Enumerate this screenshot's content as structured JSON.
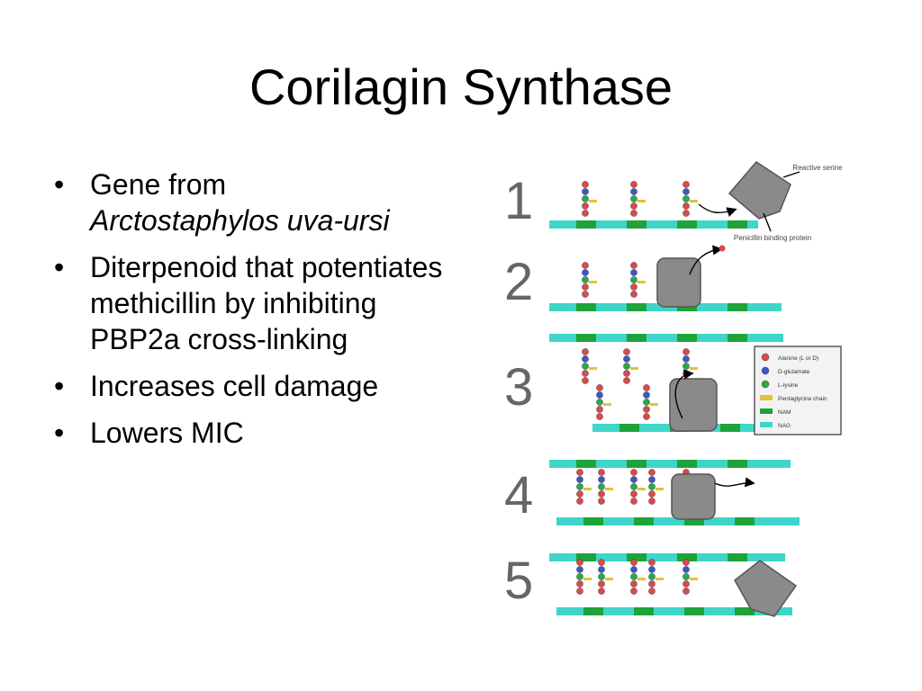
{
  "slide": {
    "title": "Corilagin Synthase",
    "bullets": [
      {
        "text": "Gene from",
        "italic": "Arctostaphylos uva-ursi"
      },
      {
        "text": "Diterpenoid that potentiates methicillin by inhibiting PBP2a cross-linking"
      },
      {
        "text": "Increases cell damage"
      },
      {
        "text": "Lowers MIC"
      }
    ],
    "bullet_symbol": "•"
  },
  "figure": {
    "step_numbers": [
      "1",
      "2",
      "3",
      "4",
      "5"
    ],
    "callouts": {
      "reactive_serine": "Reactive serine",
      "pbp": "Penicillin binding protein"
    },
    "legend": [
      {
        "label": "Alanine (L or D)",
        "color": "#d94a4a"
      },
      {
        "label": "D-glutamate",
        "color": "#3a58c8"
      },
      {
        "label": "L-lysine",
        "color": "#2aa84a"
      },
      {
        "label": "Pentaglycine chain",
        "color": "#e3c23a"
      },
      {
        "label": "NAM",
        "color": "#1ea33a"
      },
      {
        "label": "NAG",
        "color": "#3fd6c8"
      }
    ],
    "colors": {
      "strand": "#3fd6c8",
      "nam": "#1ea33a",
      "protein": "#8a8a8a",
      "number": "#666666"
    }
  }
}
